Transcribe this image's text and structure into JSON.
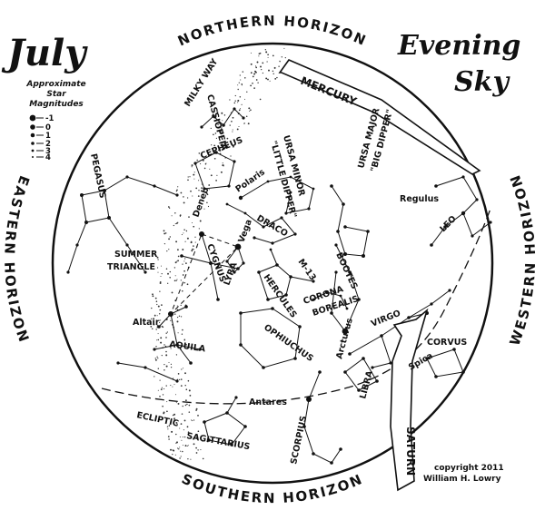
{
  "title": {
    "month": "July",
    "line1": "Evening",
    "line2": "Sky"
  },
  "legend": {
    "heading": [
      "Approximate",
      "Star",
      "Magnitudes"
    ],
    "magnitudes": [
      "-1",
      "0",
      "1",
      "2",
      "3",
      "4"
    ]
  },
  "horizons": {
    "north": "NORTHERN HORIZON",
    "south": "SOUTHERN HORIZON",
    "east": "EASTERN HORIZON",
    "west": "WESTERN HORIZON"
  },
  "planets": {
    "mercury": "MERCURY",
    "saturn": "SATURN"
  },
  "labels": {
    "milky_way": "MILKY WAY",
    "cassiopeia": "CASSIOPEIA",
    "cepheus": "CEPHEUS",
    "ursa_minor": [
      "URSA MINOR",
      "\"LITTLE DIPPER\""
    ],
    "ursa_major": [
      "URSA MAJOR",
      "\"BIG DIPPER\""
    ],
    "polaris": "Polaris",
    "deneb": "Deneb",
    "draco": "DRACO",
    "vega": "Vega",
    "pegasus": "PEGASUS",
    "regulus": "Regulus",
    "leo": "LEO",
    "summer_triangle": [
      "SUMMER",
      "TRIANGLE"
    ],
    "cygnus": "CYGNUS",
    "lyra": "LYRA",
    "m13": "M-13",
    "hercules": "HERCULES",
    "corona_borealis": [
      "CORONA",
      "BOREALIS"
    ],
    "bootes": "BOOTES",
    "altair": "Altair",
    "aquila": "AQUILA",
    "ophiuchus": "OPHIUCHUS",
    "virgo": "VIRGO",
    "arcturus": "Arcturus",
    "spica": "Spica",
    "corvus": "CORVUS",
    "libra": "LIBRA",
    "antares": "Antares",
    "ecliptic": "ECLIPTIC",
    "sagittarius": "SAGITTARIUS",
    "scorpius": "SCORPIUS"
  },
  "copyright": [
    "copyright 2011",
    "William H. Lowry"
  ]
}
